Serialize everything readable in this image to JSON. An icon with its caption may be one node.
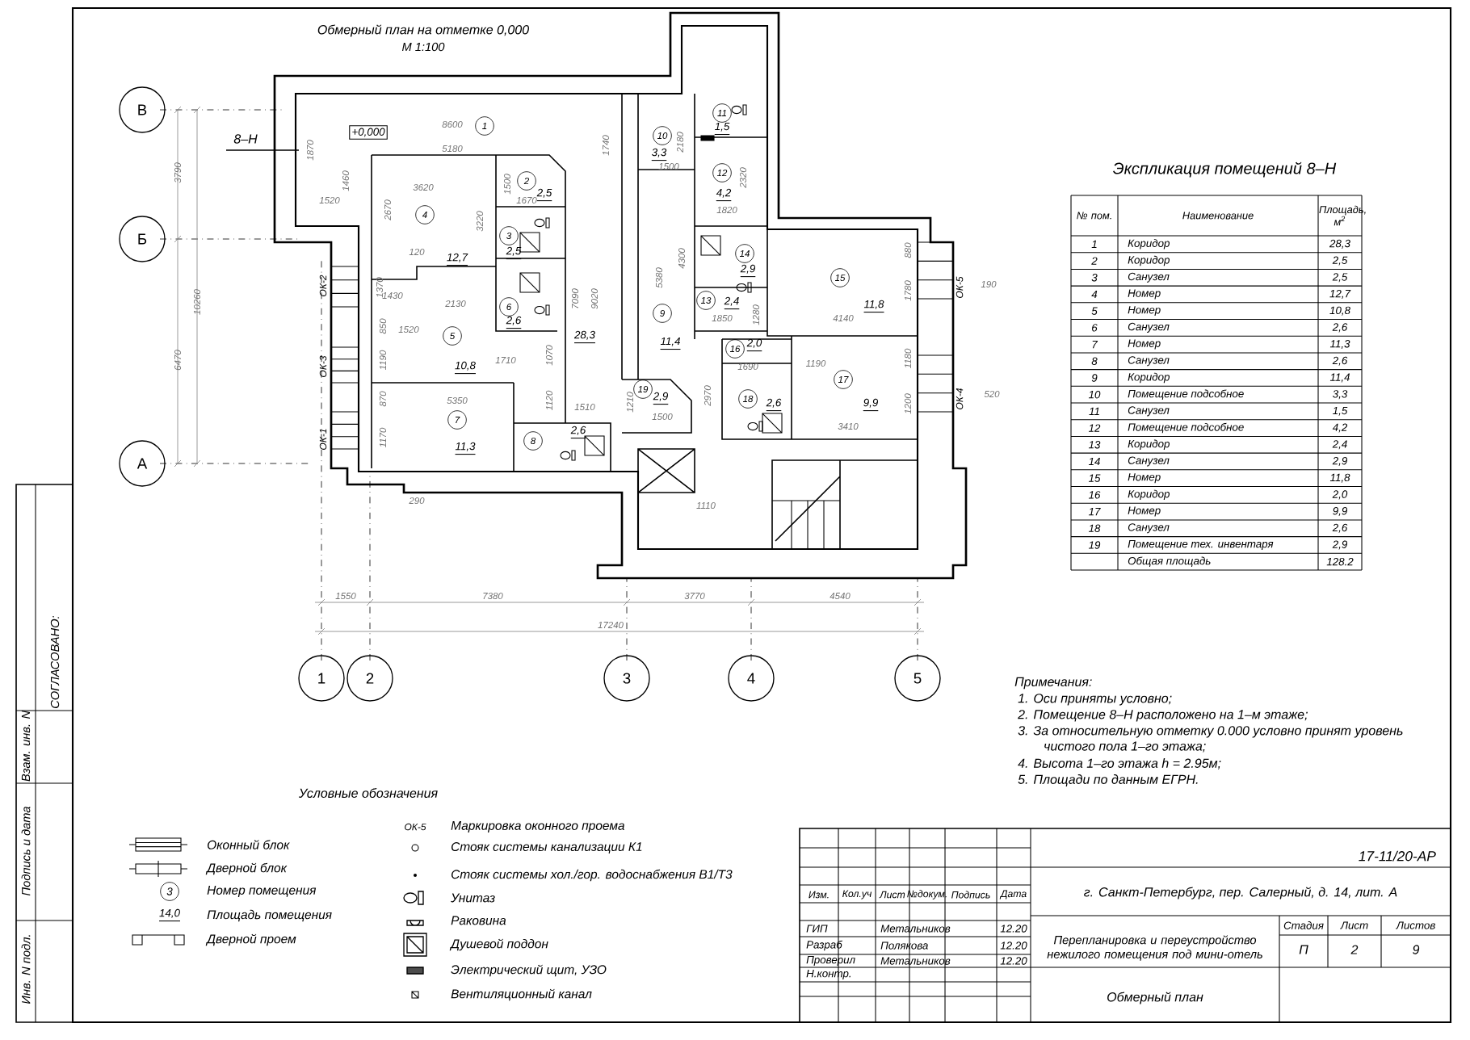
{
  "diagram": {
    "title": "Обмерный план на отметке 0,000",
    "nodes": [
      {
        "text": [
          "В"
        ]
      },
      {
        "text": [
          "Б"
        ]
      },
      {
        "text": [
          "А"
        ]
      },
      {
        "text": [
          "1"
        ]
      },
      {
        "text": [
          "2"
        ]
      },
      {
        "text": [
          "3"
        ]
      },
      {
        "text": [
          "4"
        ]
      },
      {
        "text": [
          "5"
        ]
      }
    ],
    "labels": [
      "М 1:100",
      "8–Н",
      "+0,000",
      "8600",
      "1",
      "3790",
      "10260",
      "6470",
      "5180",
      "1870",
      "1460",
      "1520",
      "3620",
      "2",
      "2,5",
      "1500",
      "1670",
      "4",
      "2670",
      "3220",
      "3",
      "2,5",
      "120",
      "12,7",
      "1370",
      "1430",
      "2130",
      "6",
      "2,6",
      "7090",
      "9020",
      "28,3",
      "850",
      "1520",
      "5",
      "1190",
      "1710",
      "1070",
      "10,8",
      "5350",
      "870",
      "7",
      "1120",
      "1510",
      "1170",
      "11,3",
      "8",
      "2,6",
      "ОК-2",
      "ОК-3",
      "ОК-1",
      "290",
      "1740",
      "10",
      "3,3",
      "2180",
      "1500",
      "11",
      "1,5",
      "12",
      "4,2",
      "2320",
      "1820",
      "5380",
      "4300",
      "14",
      "2,9",
      "13",
      "2,4",
      "1850",
      "1280",
      "9",
      "11,4",
      "15",
      "11,8",
      "4140",
      "880",
      "1780",
      "ОК-5",
      "190",
      "16",
      "2,0",
      "1690",
      "1190",
      "17",
      "1180",
      "1200",
      "9,9",
      "3410",
      "ОК-4",
      "520",
      "2970",
      "19",
      "2,9",
      "1210",
      "1500",
      "18",
      "2,6",
      "1110",
      "1550",
      "7380",
      "3770",
      "4540",
      "17240",
      "Экспликация помещений 8–Н",
      "№ пом.",
      "Наименование",
      "Площадь, м$^{2}$",
      "1",
      "Коридор",
      "28,3",
      "2",
      "Коридор",
      "2,5",
      "3",
      "Санузел",
      "2,5",
      "4",
      "Номер",
      "12,7",
      "5",
      "Номер",
      "10,8",
      "6",
      "Санузел",
      "2,6",
      "7",
      "Номер",
      "11,3",
      "8",
      "Санузел",
      "2,6",
      "9",
      "Коридор",
      "11,4",
      "10",
      "Помещение подсобное",
      "3,3",
      "11",
      "Санузел",
      "1,5",
      "12",
      "Помещение подсобное",
      "4,2",
      "13",
      "Коридор",
      "2,4",
      "14",
      "Санузел",
      "2,9",
      "15",
      "Номер",
      "11,8",
      "16",
      "Коридор",
      "2,0",
      "17",
      "Номер",
      "9,9",
      "18",
      "Санузел",
      "2,6",
      "19",
      "Помещение тех. инвентаря",
      "2,9",
      "Общая площадь",
      "128.2",
      "Примечания:",
      "1. Оси приняты условно;",
      "2. Помещение 8–Н расположено на 1–м этаже;",
      "3. За относительную отметку 0.000 условно принят уровень чистого пола 1–го этажа;",
      "4. Высота 1–го этажа h = 2.95м;",
      "5. Площади по данным ЕГРН.",
      "Условные обозначения",
      "3",
      "14,0",
      "ОК-5",
      "СОГЛАСОВАНО:",
      "Взам. инв. N",
      "Подпись и дата",
      "Инв. N подл.",
      "Изм.",
      "Кол.уч",
      "Лист",
      "№докум.",
      "Подпись",
      "Дата",
      "ГИП",
      "Метальников",
      "12.20",
      "Разраб",
      "Полякова",
      "12.20",
      "Проверил",
      "Метальников",
      "12.20",
      "Н.контр.",
      "17-11/20-АР",
      "г. Санкт-Петербург, пер. Салерный, д. 14, лит. А",
      "Перепланировка и переустройство нежилого помещения под мини-отель",
      "Стадия",
      "Лист",
      "Листов",
      "П",
      "2",
      "9",
      "Обмерный план"
    ],
    "legend": [
      {
        "text": "Оконный блок"
      },
      {
        "text": "Дверной блок"
      },
      {
        "text": "Номер помещения"
      },
      {
        "text": "Площадь помещения"
      },
      {
        "text": "Дверной проем"
      },
      {
        "text": "Маркировка оконного проема"
      },
      {
        "text": "Стояк системы канализации К1"
      },
      {
        "text": "Стояк системы хол./гор. водоснабжения В1/Т3"
      },
      {
        "text": "Унитаз"
      },
      {
        "text": "Раковина"
      },
      {
        "text": "Душевой поддон"
      },
      {
        "text": "Электрический щит, УЗО"
      },
      {
        "text": "Вентиляционный канал"
      }
    ]
  }
}
